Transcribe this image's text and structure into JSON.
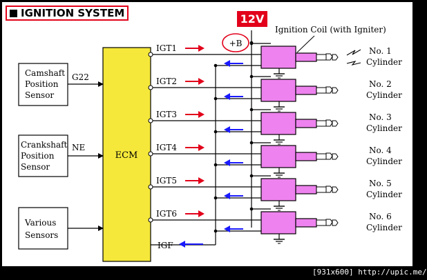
{
  "title": "IGNITION SYSTEM",
  "voltage": "12V",
  "plus_b": "+B",
  "coil_label": "Ignition Coil (with Igniter)",
  "ecm": "ECM",
  "sensors": [
    {
      "line1": "Camshaft",
      "line2": "Position",
      "line3": "Sensor",
      "signal": "G22"
    },
    {
      "line1": "Crankshaft",
      "line2": "Position",
      "line3": "Sensor",
      "signal": "NE"
    },
    {
      "line1": "Various",
      "line2": "Sensors",
      "line3": "",
      "signal": ""
    }
  ],
  "igt": [
    "IGT1",
    "IGT2",
    "IGT3",
    "IGT4",
    "IGT5",
    "IGT6"
  ],
  "igf": "IGF",
  "cylinders": [
    {
      "no": "No. 1",
      "label": "Cylinder"
    },
    {
      "no": "No. 2",
      "label": "Cylinder"
    },
    {
      "no": "No. 3",
      "label": "Cylinder"
    },
    {
      "no": "No. 4",
      "label": "Cylinder"
    },
    {
      "no": "No. 5",
      "label": "Cylinder"
    },
    {
      "no": "No. 6",
      "label": "Cylinder"
    }
  ],
  "watermark": "[931x600] http://upic.me/",
  "colors": {
    "ecm_fill": "#f5e83a",
    "coil_fill": "#ee82ee",
    "arrow_red": "#e2001a",
    "arrow_blue": "#1a1aff",
    "title_border": "#e2001a"
  }
}
